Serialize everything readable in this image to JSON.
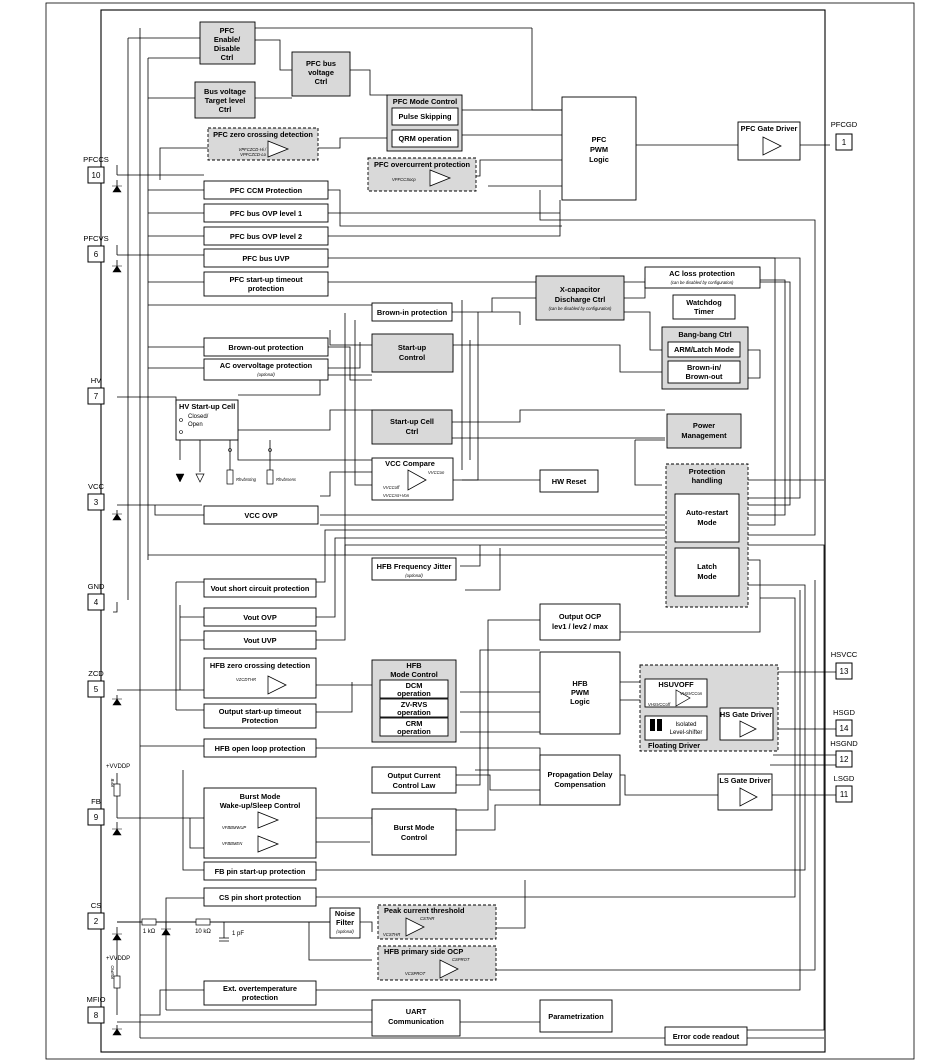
{
  "pins": [
    {
      "name": "PFCGD",
      "num": "1"
    },
    {
      "name": "PFCCS",
      "num": "10"
    },
    {
      "name": "PFCVS",
      "num": "6"
    },
    {
      "name": "HV",
      "num": "7"
    },
    {
      "name": "VCC",
      "num": "3"
    },
    {
      "name": "GND",
      "num": "4"
    },
    {
      "name": "ZCD",
      "num": "5"
    },
    {
      "name": "FB",
      "num": "9"
    },
    {
      "name": "CS",
      "num": "2"
    },
    {
      "name": "MFIO",
      "num": "8"
    },
    {
      "name": "HSVCC",
      "num": "13"
    },
    {
      "name": "HSGD",
      "num": "14"
    },
    {
      "name": "HSGND",
      "num": "12"
    },
    {
      "name": "LSGD",
      "num": "11"
    }
  ],
  "blocks": {
    "pfc_enable": [
      "PFC",
      "Enable/",
      "Disable",
      "Ctrl"
    ],
    "pfc_bus_voltage": [
      "PFC bus",
      "voltage",
      "Ctrl"
    ],
    "bus_target": [
      "Bus voltage",
      "Target level",
      "Ctrl"
    ],
    "pfc_mode_control": "PFC Mode Control",
    "pulse_skipping": "Pulse Skipping",
    "qrm_operation": "QRM operation",
    "pfc_zero_crossing": "PFC zero crossing detection",
    "pfc_overcurrent": "PFC overcurrent protection",
    "pfc_pwm": [
      "PFC",
      "PWM",
      "Logic"
    ],
    "pfc_gate_driver": "PFC Gate Driver",
    "pfc_ccm": "PFC CCM Protection",
    "pfc_ovp1": "PFC bus OVP level 1",
    "pfc_ovp2": "PFC bus OVP level 2",
    "pfc_uvp": "PFC bus UVP",
    "pfc_startup_timeout": [
      "PFC start-up timeout",
      "protection"
    ],
    "xcap": [
      "X-capacitor",
      "Discharge Ctrl"
    ],
    "xcap_note": "(can be disabled by configuration)",
    "ac_loss": "AC loss protection",
    "ac_loss_note": "(can be disabled by configuration)",
    "watchdog": [
      "Watchdog",
      "Timer"
    ],
    "bangbang": "Bang-bang Ctrl",
    "arm_latch": "ARM/Latch Mode",
    "brownin_out": [
      "Brown-in/",
      "Brown-out"
    ],
    "brownin_prot": "Brown-in protection",
    "brownout_prot": "Brown-out protection",
    "ac_ovp": "AC overvoltage protection",
    "ac_ovp_note": "(optional)",
    "startup_control": [
      "Start-up",
      "Control"
    ],
    "hv_cell": [
      "HV Start-up Cell",
      "Closed/",
      "Open"
    ],
    "startup_cell_ctrl": [
      "Start-up Cell",
      "Ctrl"
    ],
    "power_mgmt": [
      "Power",
      "Management"
    ],
    "vcc_compare": "VCC Compare",
    "hw_reset": "HW Reset",
    "protection_handling": [
      "Protection",
      "handling"
    ],
    "auto_restart": [
      "Auto-restart",
      "Mode"
    ],
    "latch_mode": [
      "Latch",
      "Mode"
    ],
    "vcc_ovp": "VCC OVP",
    "hfb_jitter": "HFB Frequency Jitter",
    "hfb_jitter_note": "(optional)",
    "vout_short": "Vout short circuit protection",
    "vout_ovp": "Vout OVP",
    "vout_uvp": "Vout UVP",
    "hfb_zcd": "HFB zero crossing detection",
    "output_startup_timeout": [
      "Output start-up timeout",
      "Protection"
    ],
    "hfb_mode_control": [
      "HFB",
      "Mode Control"
    ],
    "dcm": [
      "DCM",
      "operation"
    ],
    "zvrvs": [
      "ZV-RVS",
      "operation"
    ],
    "crm": [
      "CRM",
      "operation"
    ],
    "output_ocp": [
      "Output OCP",
      "lev1 / lev2 / max"
    ],
    "hfb_pwm": [
      "HFB",
      "PWM",
      "Logic"
    ],
    "hsuvoff": "HSUVOFF",
    "isolated_ls": [
      "Isolated",
      "Level-shifter"
    ],
    "hs_gate_driver": "HS Gate Driver",
    "floating_driver": "Floating Driver",
    "hfb_open_loop": "HFB open loop protection",
    "output_current_law": [
      "Output Current",
      "Control Law"
    ],
    "prop_delay": [
      "Propagation Delay",
      "Compensation"
    ],
    "ls_gate_driver": "LS Gate Driver",
    "burst_mode_wake": [
      "Burst Mode",
      "Wake-up/Sleep Control"
    ],
    "burst_mode_control": [
      "Burst Mode",
      "Control"
    ],
    "fb_startup": "FB pin start-up protection",
    "cs_short": "CS pin short protection",
    "noise_filter": [
      "Noise",
      "Filter"
    ],
    "noise_filter_note": "(optional)",
    "peak_current": "Peak current threshold",
    "hfb_primary_ocp": "HFB primary side OCP",
    "ext_ot": [
      "Ext. overtemperature",
      "protection"
    ],
    "uart": [
      "UART",
      "Communication"
    ],
    "parametrization": "Parametrization",
    "error_code": "Error code readout"
  },
  "signals": {
    "v_pfczcd": [
      "VPFCZCD-Hi /",
      "VPFCZCD-Lo"
    ],
    "v_pfccsocp": "VPFCCSocp",
    "v_vccon": "VVCCon",
    "v_vccoff": "VVCCoff",
    "v_vccrstplus": "VVCCrst+Von",
    "r_hvbrst": "Rhvbrsting",
    "r_hvbrsens": "Rhvbrsens",
    "v_zcdthr": "VZCDTHR",
    "v_hsvcon": "VHSVCCon",
    "v_hsvcoff": "VHSVCCoff",
    "v_fbbmwup": "VFBBMWUP",
    "v_fbbmen": "VFBBMEN",
    "v_csthr": "VCSTHR",
    "csthr": "CSTHR",
    "v_csprot": "VCSPROT",
    "csprot": "CSPROT",
    "vddp_fb": "+VVDDP",
    "r_fb": "RFB",
    "vddp_mfio": "+VVDDP",
    "r_mfio": "RMFIO",
    "r1": "1 kΩ",
    "r2": "10 kΩ",
    "c1": "1 pF"
  }
}
